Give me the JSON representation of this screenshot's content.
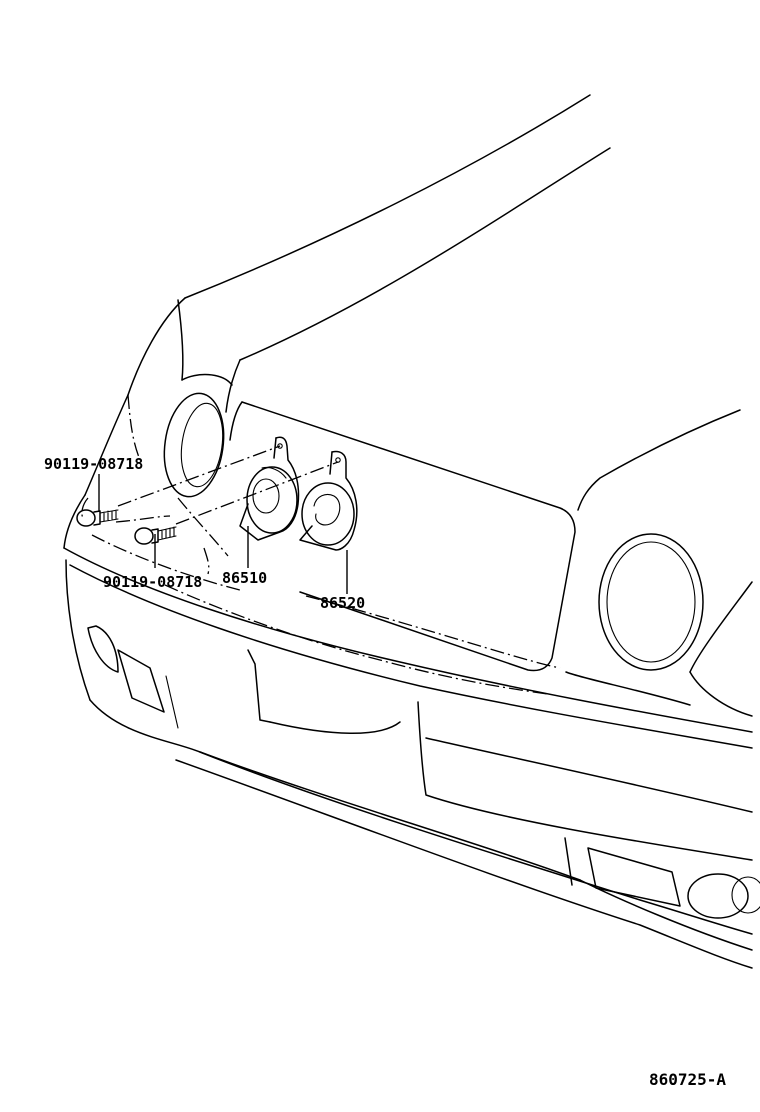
{
  "diagram": {
    "labels": {
      "bolt_upper": "90119-08718",
      "bolt_lower": "90119-08718",
      "horn_low": "86510",
      "horn_high": "86520"
    },
    "diagram_id": "860725-A"
  }
}
